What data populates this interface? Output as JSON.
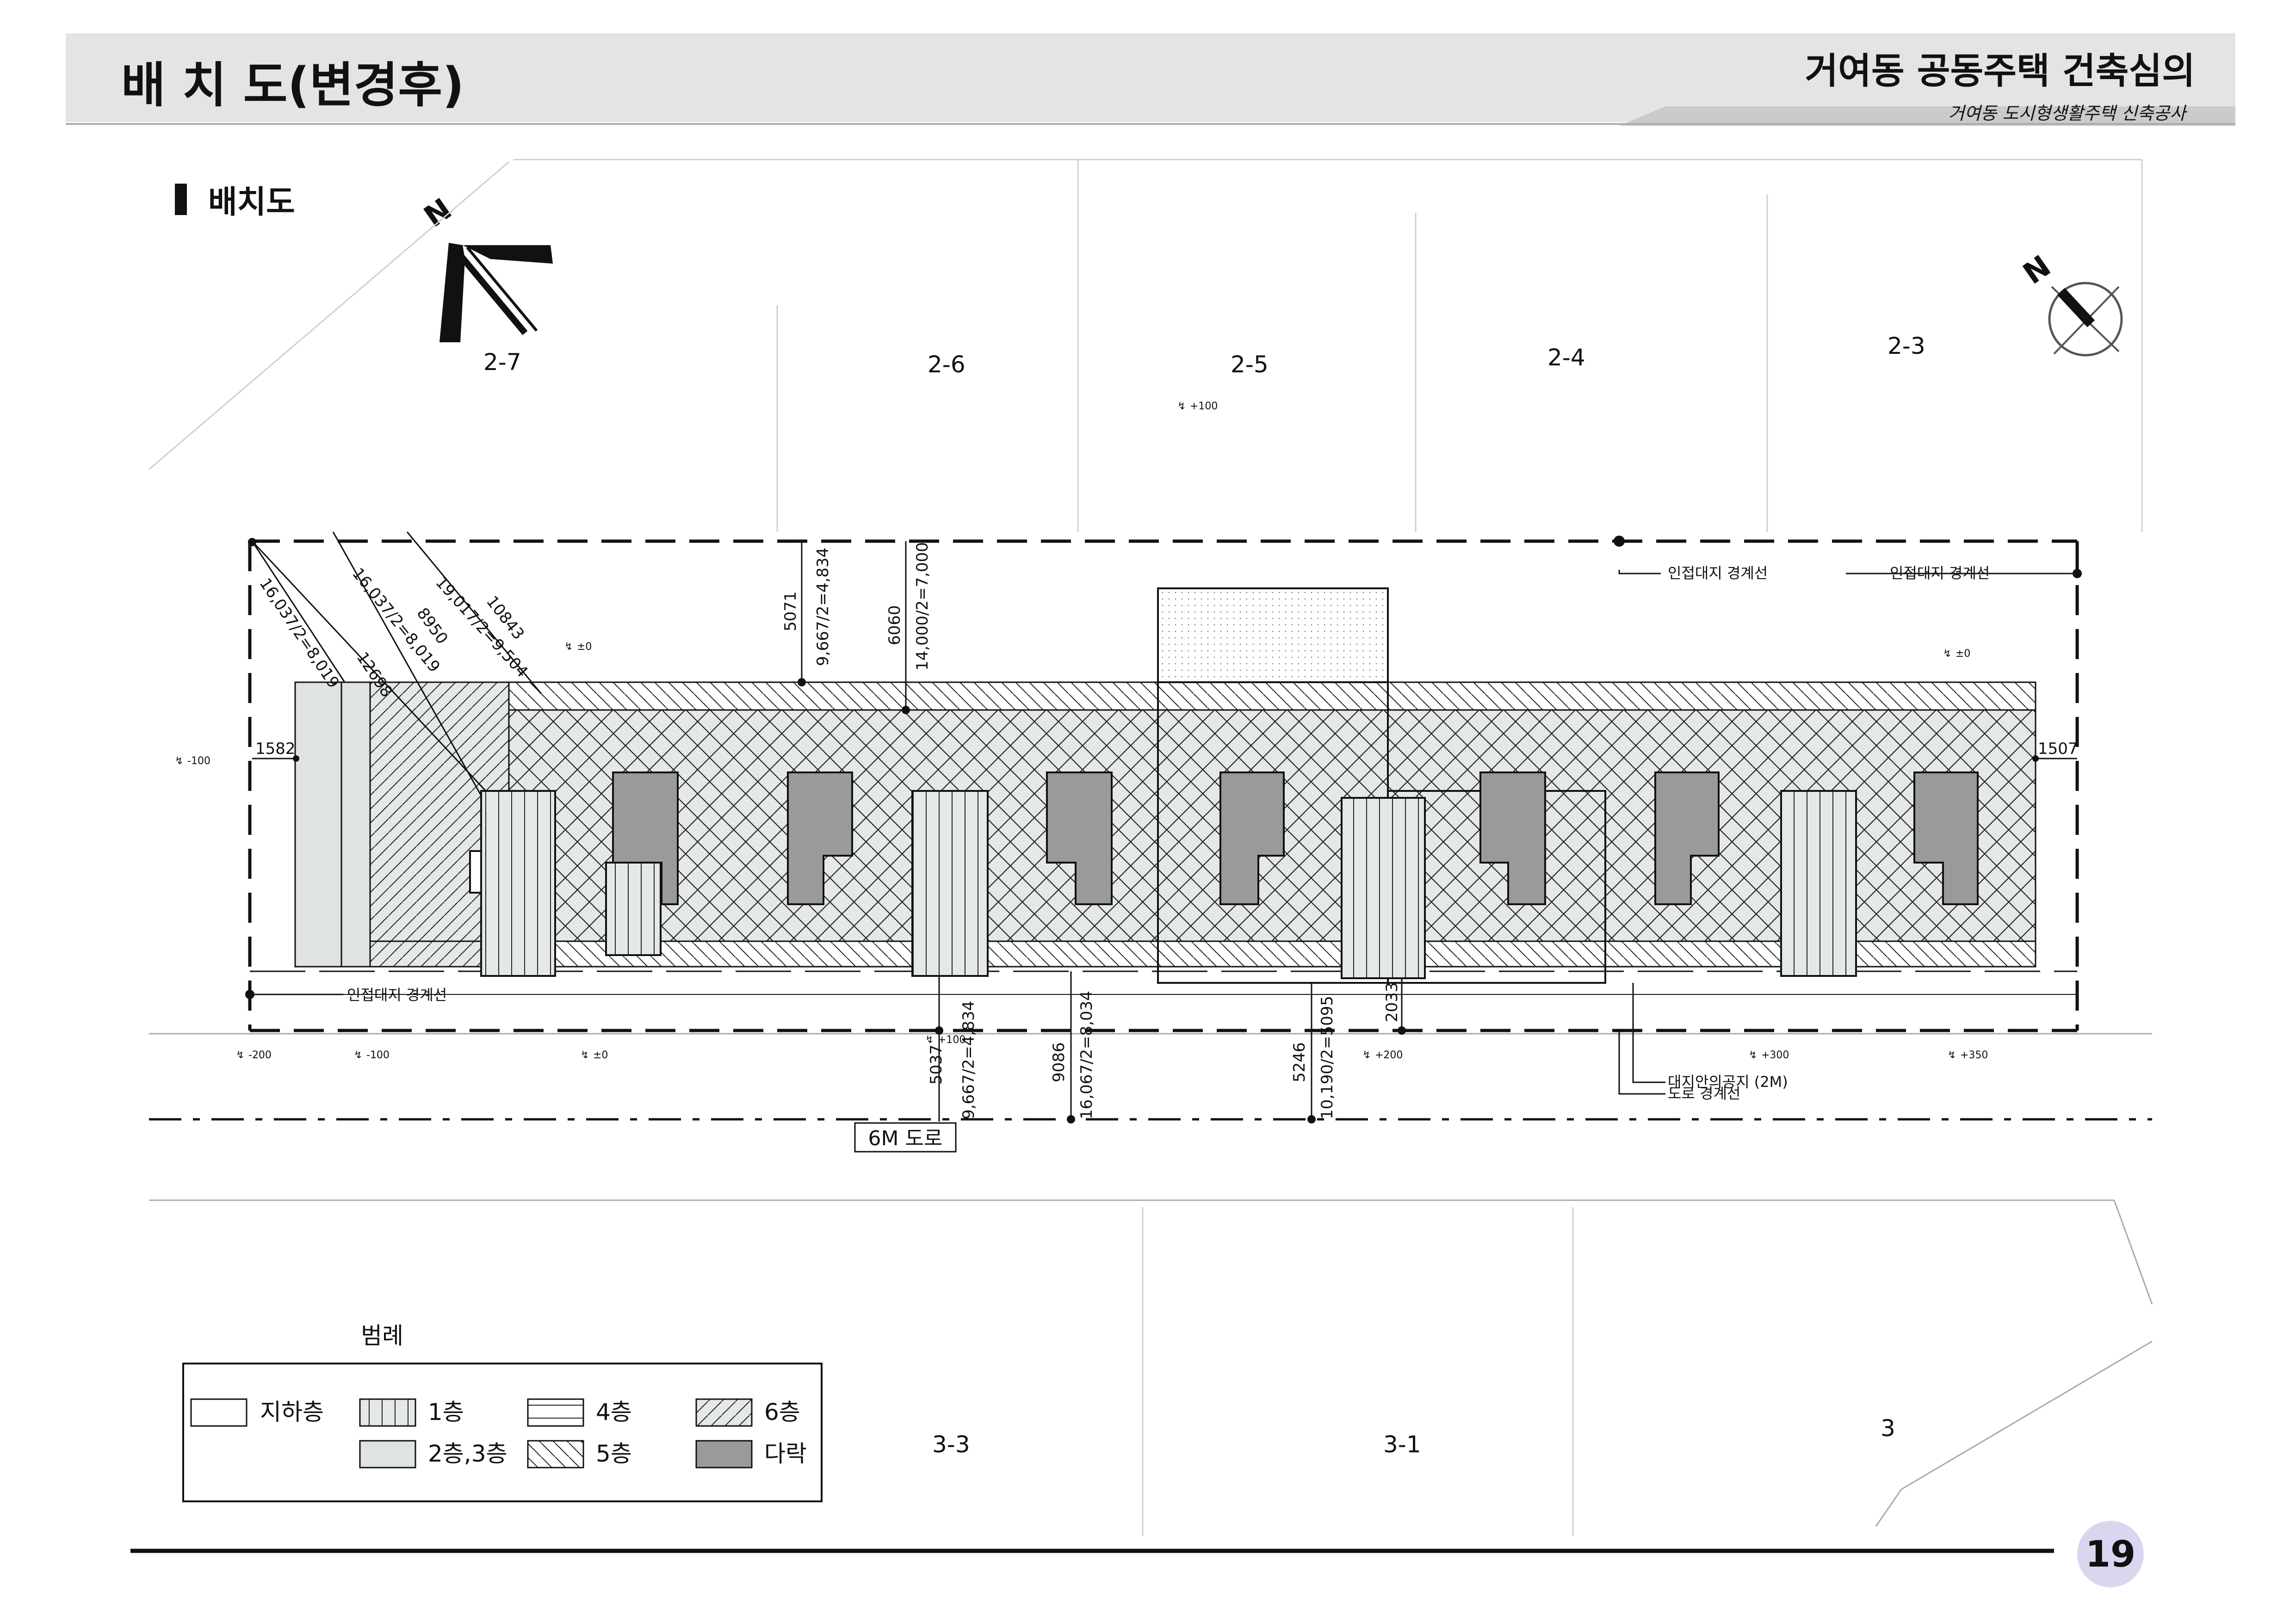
{
  "header": {
    "title": "배 치 도(변경후)",
    "project": "거여동 공동주택 건축심의",
    "subtitle": "거여동 도시형생활주택 신축공사"
  },
  "section_label": "배치도",
  "lots_top": [
    "2-7",
    "2-6",
    "2-5",
    "2-4",
    "2-3"
  ],
  "lots_bottom": [
    "3-3",
    "3-1",
    "3"
  ],
  "road_label": "6M 도로",
  "boundary_labels": {
    "adjacent_top_1": "인접대지 경계선",
    "adjacent_top_2": "인접대지 경계선",
    "adjacent_bottom": "인접대지 경계선",
    "open_space": "대지안의공지 (2M)",
    "road_boundary": "도로 경계선"
  },
  "levels": {
    "top_center": "+100",
    "left": "-100",
    "upper_left": "±0",
    "upper_right": "±0",
    "road_1": "-200",
    "road_2": "-100",
    "road_3": "±0",
    "road_4": "+100",
    "road_5": "+200",
    "road_6": "+300",
    "road_7": "+350"
  },
  "dimensions": {
    "d1": "16,037/2=8,019",
    "d2": "16,037/2=8,019",
    "d3": "12698",
    "d4": "8950",
    "d5": "19,017/2=9,504",
    "d6": "10843",
    "d7": "5071",
    "d8": "9,667/2=4,834",
    "d9": "6060",
    "d10": "14,000/2=7,000",
    "d11": "1582",
    "d12": "1507",
    "d13": "5037",
    "d14": "9,667/2=4,834",
    "d15": "9086",
    "d16": "16,067/2=8,034",
    "d17": "5246",
    "d18": "10,190/2=5095",
    "d19": "2033"
  },
  "legend": {
    "title": "범례",
    "items": [
      "지하층",
      "1층",
      "4층",
      "6층",
      "2층,3층",
      "5층",
      "다락"
    ]
  },
  "page_number": "19",
  "colors": {
    "header_band": "#e3e5e4",
    "ink": "#111111",
    "attic": "#9a9a9a",
    "floor23": "#dfe3e3",
    "page_badge": "#d9d6ef"
  }
}
